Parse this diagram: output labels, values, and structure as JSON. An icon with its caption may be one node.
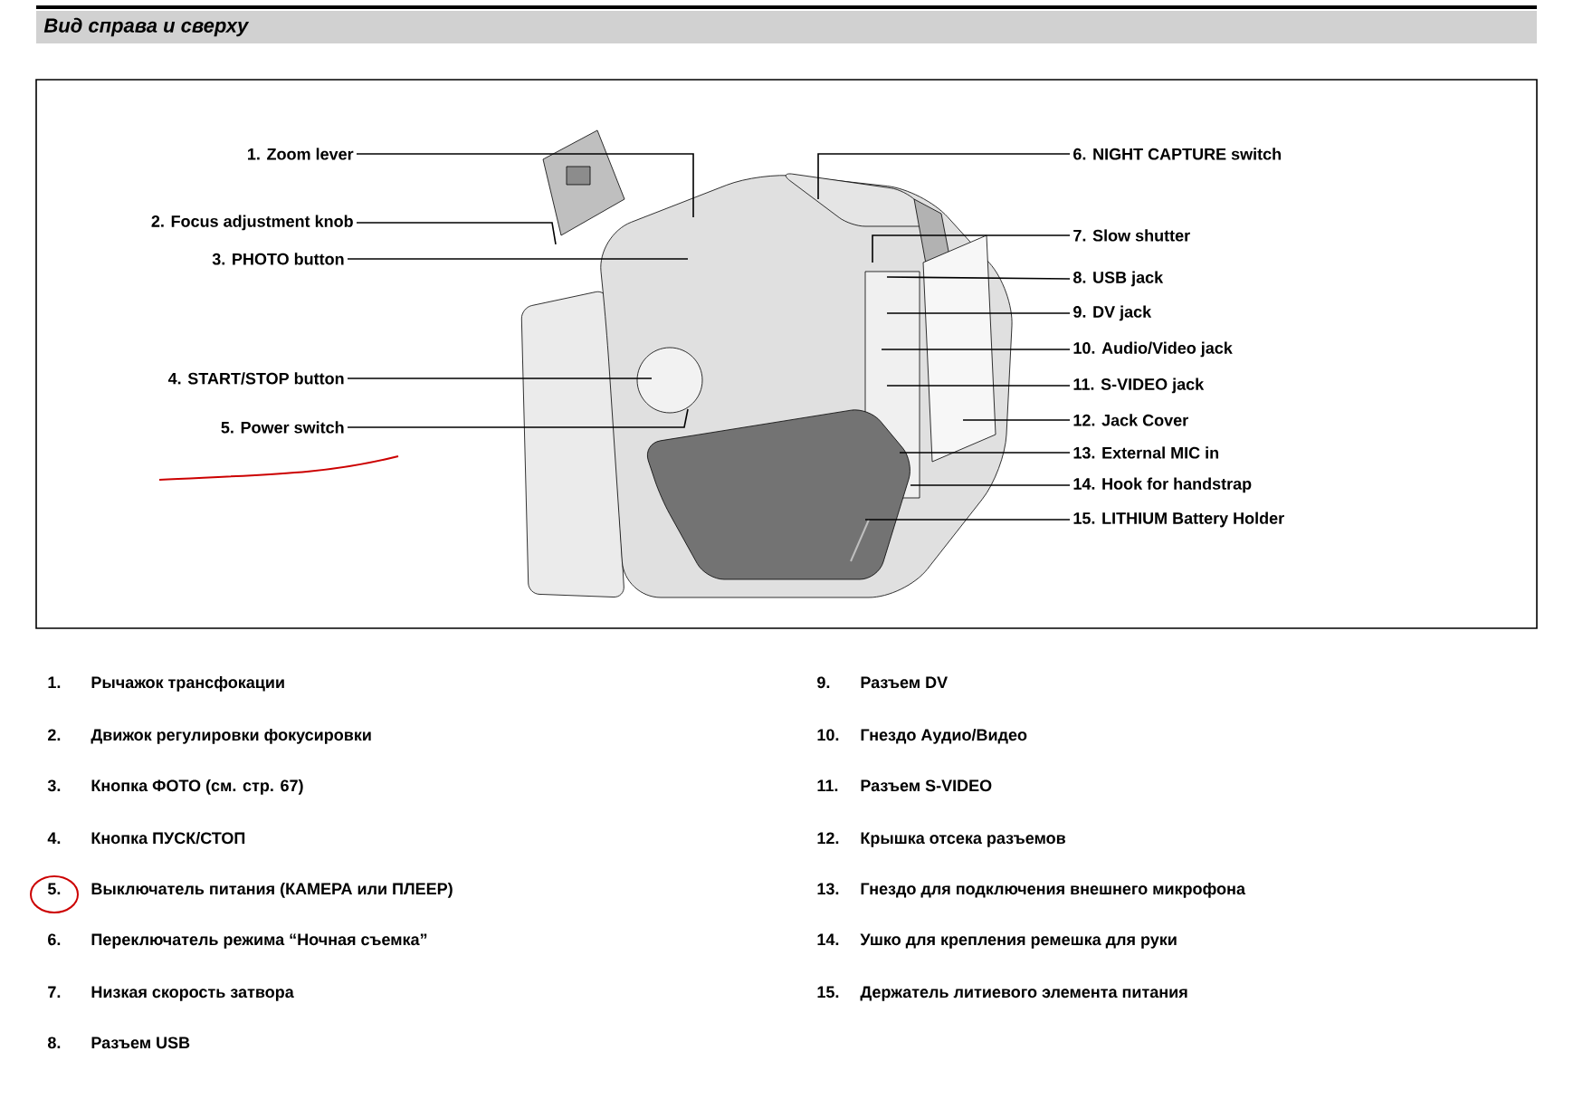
{
  "diagram": {
    "title": "Вид справа и сверху",
    "nodes": [
      {
        "text": [
          "1. Zoom lever"
        ]
      },
      {
        "text": [
          "2. Focus adjustment knob"
        ]
      },
      {
        "text": [
          "3. PHOTO button"
        ]
      },
      {
        "text": [
          "4. START/STOP button"
        ]
      },
      {
        "text": [
          "5. Power switch"
        ]
      },
      {
        "text": [
          "6. NIGHT CAPTURE switch"
        ]
      },
      {
        "text": [
          "7. Slow shutter"
        ]
      },
      {
        "text": [
          "8. USB jack"
        ]
      },
      {
        "text": [
          "9. DV jack"
        ]
      },
      {
        "text": [
          "10. Audio/Video jack"
        ]
      },
      {
        "text": [
          "11. S-VIDEO jack"
        ]
      },
      {
        "text": [
          "12. Jack Cover"
        ]
      },
      {
        "text": [
          "13. External MIC in"
        ]
      },
      {
        "text": [
          "14. Hook for handstrap"
        ]
      },
      {
        "text": [
          "15. LITHIUM Battery Holder"
        ]
      }
    ],
    "edges": [
      {
        "from": 0,
        "to": null,
        "arrow": "none"
      },
      {
        "from": 1,
        "to": null,
        "arrow": "none"
      },
      {
        "from": 2,
        "to": null,
        "arrow": "none"
      },
      {
        "from": 3,
        "to": null,
        "arrow": "none"
      },
      {
        "from": 4,
        "to": null,
        "arrow": "none"
      },
      {
        "from": 5,
        "to": null,
        "arrow": "none"
      },
      {
        "from": 6,
        "to": null,
        "arrow": "none"
      },
      {
        "from": 7,
        "to": null,
        "arrow": "none"
      },
      {
        "from": 8,
        "to": null,
        "arrow": "none"
      },
      {
        "from": 9,
        "to": null,
        "arrow": "none"
      },
      {
        "from": 10,
        "to": null,
        "arrow": "none"
      },
      {
        "from": 11,
        "to": null,
        "arrow": "none"
      },
      {
        "from": 12,
        "to": null,
        "arrow": "none"
      },
      {
        "from": 13,
        "to": null,
        "arrow": "none"
      },
      {
        "from": 14,
        "to": null,
        "arrow": "none"
      }
    ],
    "labels": [
      "1.",
      "Рычажок трансфокации",
      "9.",
      "Разъем DV",
      "2.",
      "Движок регулировки фокусировки",
      "10.",
      "Гнездо Аудио/Видео",
      "3.",
      "Кнопка ФОТО (см. стр. 67)",
      "11.",
      "Разъем S-VIDEO",
      "4.",
      "Кнопка ПУСК/СТОП",
      "12.",
      "Крышка отсека разъемов",
      "5.",
      "Выключатель питания (КАМЕРА или ПЛЕЕР)",
      "13.",
      "Гнездо для подключения внешнего микрофона",
      "6.",
      "Переключатель режима “Ночная съемка”",
      "14.",
      "Ушко для крепления ремешка для руки",
      "7.",
      "Низкая скорость затвора",
      "15.",
      "Держатель литиевого элемента питания",
      "8.",
      "Разъем USB"
    ]
  }
}
